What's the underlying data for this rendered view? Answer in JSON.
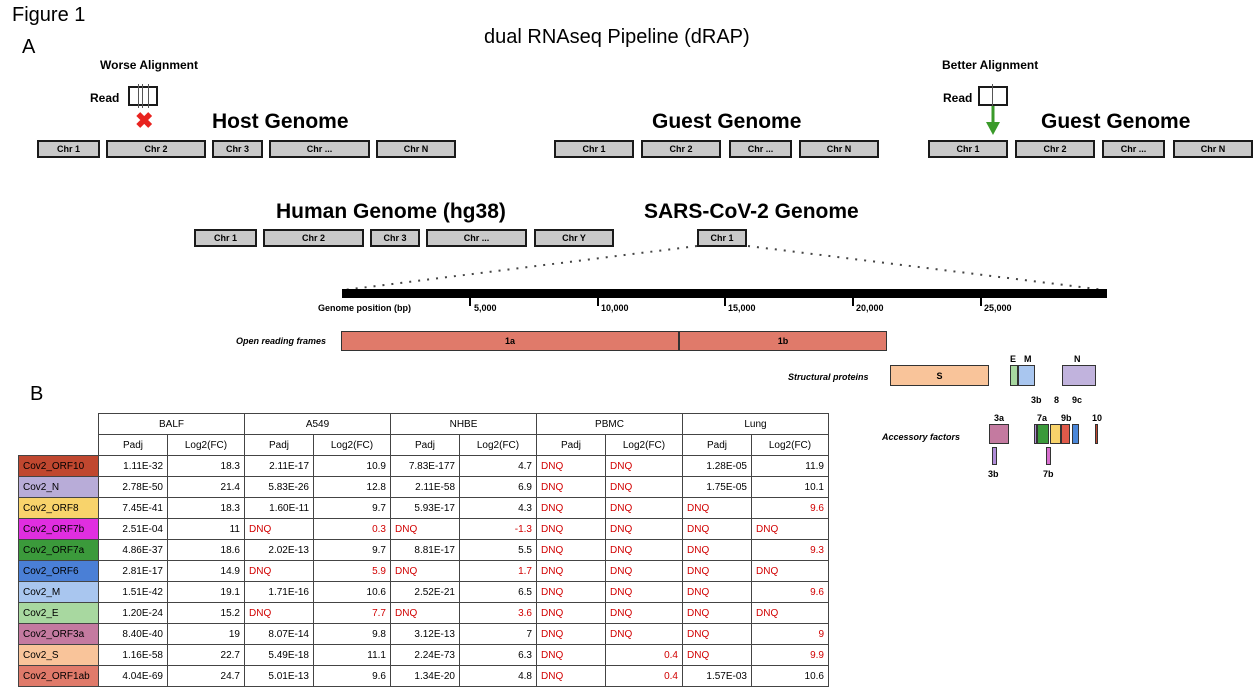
{
  "figure_label": "Figure 1",
  "panel_a": "A",
  "panel_b": "B",
  "title": "dual RNAseq Pipeline (dRAP)",
  "worse_alignment": "Worse Alignment",
  "better_alignment": "Better Alignment",
  "read_label": "Read",
  "host_genome": "Host Genome",
  "guest_genome": "Guest Genome",
  "host_chrs": [
    "Chr 1",
    "Chr 2",
    "Chr 3",
    "Chr ...",
    "Chr N"
  ],
  "guest_chrs": [
    "Chr 1",
    "Chr 2",
    "Chr ...",
    "Chr N"
  ],
  "human_genome": "Human Genome (hg38)",
  "sars_genome": "SARS-CoV-2 Genome",
  "human_chrs": [
    "Chr 1",
    "Chr 2",
    "Chr 3",
    "Chr ...",
    "Chr Y"
  ],
  "sars_chr": "Chr 1",
  "genome_position_label": "Genome position (bp)",
  "ticks": [
    "5,000",
    "10,000",
    "15,000",
    "20,000",
    "25,000"
  ],
  "orf_label": "Open reading frames",
  "orf_1a": "1a",
  "orf_1b": "1b",
  "structural_label": "Structural proteins",
  "struct_s": "S",
  "struct_e": "E",
  "struct_m": "M",
  "struct_n": "N",
  "accessory_label": "Accessory factors",
  "acc_labels_top": [
    "3a",
    "3b",
    "7a",
    "8",
    "9b",
    "9c",
    "10"
  ],
  "acc_labels_bottom": [
    "3b",
    "7b"
  ],
  "colors": {
    "orf1ab": "#e07a6a",
    "s": "#f9c49a",
    "e": "#a8d8a0",
    "m": "#a9c6ef",
    "n": "#c1b3dd",
    "orf3a": "#c47aa0",
    "orf3b": "#b08cd8",
    "orf7a": "#3b9a3b",
    "orf7b": "#d86fcf",
    "orf8": "#f8d36b",
    "orf9b": "#e05a4a",
    "orf9c": "#4a86d8",
    "orf10": "#c0472f",
    "dnq_red": "#d10000"
  },
  "table": {
    "groups": [
      "BALF",
      "A549",
      "NHBE",
      "PBMC",
      "Lung"
    ],
    "subheaders": [
      "Padj",
      "Log2(FC)"
    ],
    "rows": [
      {
        "name": "Cov2_ORF10",
        "color": "#c0472f",
        "cells": [
          "1.11E-32",
          "18.3",
          "2.11E-17",
          "10.9",
          "7.83E-177",
          "4.7",
          "DNQ",
          "DNQ",
          "1.28E-05",
          "11.9"
        ]
      },
      {
        "name": "Cov2_N",
        "color": "#b8acd8",
        "cells": [
          "2.78E-50",
          "21.4",
          "5.83E-26",
          "12.8",
          "2.11E-58",
          "6.9",
          "DNQ",
          "DNQ",
          "1.75E-05",
          "10.1"
        ]
      },
      {
        "name": "Cov2_ORF8",
        "color": "#f8d36b",
        "cells": [
          "7.45E-41",
          "18.3",
          "1.60E-11",
          "9.7",
          "5.93E-17",
          "4.3",
          "DNQ",
          "DNQ",
          "DNQ",
          "9.6"
        ]
      },
      {
        "name": "Cov2_ORF7b",
        "color": "#e02ee0",
        "cells": [
          "2.51E-04",
          "11",
          "DNQ",
          "0.3",
          "DNQ",
          "-1.3",
          "DNQ",
          "DNQ",
          "DNQ",
          "DNQ"
        ]
      },
      {
        "name": "Cov2_ORF7a",
        "color": "#3b9a3b",
        "cells": [
          "4.86E-37",
          "18.6",
          "2.02E-13",
          "9.7",
          "8.81E-17",
          "5.5",
          "DNQ",
          "DNQ",
          "DNQ",
          "9.3"
        ]
      },
      {
        "name": "Cov2_ORF6",
        "color": "#4a7fd6",
        "cells": [
          "2.81E-17",
          "14.9",
          "DNQ",
          "5.9",
          "DNQ",
          "1.7",
          "DNQ",
          "DNQ",
          "DNQ",
          "DNQ"
        ]
      },
      {
        "name": "Cov2_M",
        "color": "#a9c6ef",
        "cells": [
          "1.51E-42",
          "19.1",
          "1.71E-16",
          "10.6",
          "2.52E-21",
          "6.5",
          "DNQ",
          "DNQ",
          "DNQ",
          "9.6"
        ]
      },
      {
        "name": "Cov2_E",
        "color": "#a8d8a0",
        "cells": [
          "1.20E-24",
          "15.2",
          "DNQ",
          "7.7",
          "DNQ",
          "3.6",
          "DNQ",
          "DNQ",
          "DNQ",
          "DNQ"
        ]
      },
      {
        "name": "Cov2_ORF3a",
        "color": "#c47aa0",
        "cells": [
          "8.40E-40",
          "19",
          "8.07E-14",
          "9.8",
          "3.12E-13",
          "7",
          "DNQ",
          "DNQ",
          "DNQ",
          "9"
        ]
      },
      {
        "name": "Cov2_S",
        "color": "#f9c49a",
        "cells": [
          "1.16E-58",
          "22.7",
          "5.49E-18",
          "11.1",
          "2.24E-73",
          "6.3",
          "DNQ",
          "0.4",
          "DNQ",
          "9.9"
        ]
      },
      {
        "name": "Cov2_ORF1ab",
        "color": "#e07a6a",
        "cells": [
          "4.04E-69",
          "24.7",
          "5.01E-13",
          "9.6",
          "1.34E-20",
          "4.8",
          "DNQ",
          "0.4",
          "1.57E-03",
          "10.6"
        ]
      }
    ],
    "red_value_cells": [
      [
        2,
        9
      ],
      [
        3,
        3
      ],
      [
        3,
        5
      ],
      [
        4,
        9
      ],
      [
        5,
        3
      ],
      [
        5,
        5
      ],
      [
        6,
        9
      ],
      [
        7,
        3
      ],
      [
        7,
        5
      ],
      [
        8,
        9
      ],
      [
        9,
        7
      ],
      [
        9,
        9
      ],
      [
        10,
        7
      ]
    ]
  }
}
